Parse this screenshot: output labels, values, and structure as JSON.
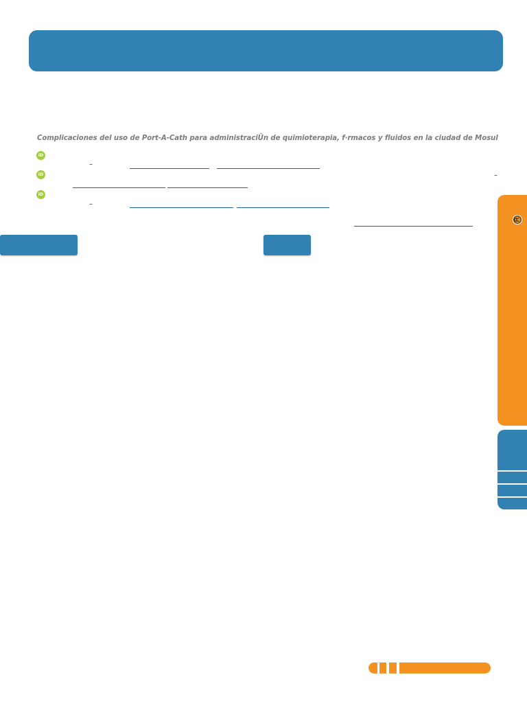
{
  "article": {
    "title": "Complicaciones del uso de Port-A-Cath para administraciÛn de quimioterapia, f·rmacos y fluidos en la ciudad de Mosul"
  },
  "authors": [
    {
      "orcid_label": "iD",
      "dash": "–"
    },
    {
      "orcid_label": "iD",
      "dash": "–"
    },
    {
      "orcid_label": "iD",
      "dash": "–"
    }
  ],
  "sidebar": {
    "license_icon": "creative-commons-icon"
  },
  "colors": {
    "primary_blue": "#3182b3",
    "accent_orange": "#f39221",
    "orcid_green": "#a5cd39",
    "link_blue": "#1a5fa8",
    "title_gray": "#7d7d7d"
  }
}
